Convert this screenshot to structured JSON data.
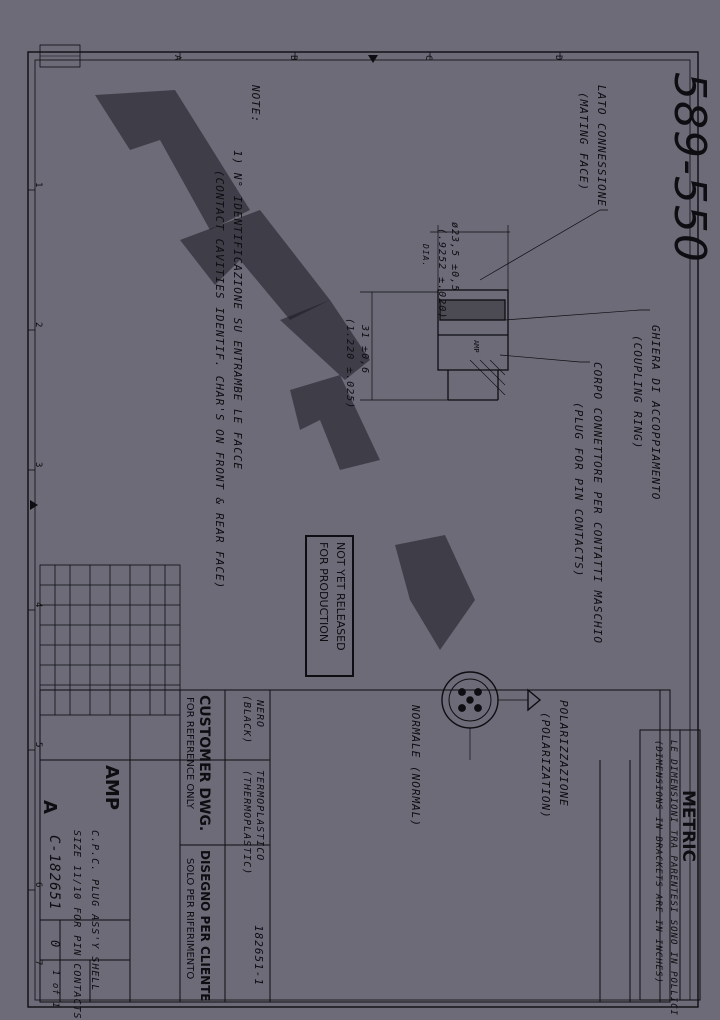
{
  "drawing_number_big": "589-550",
  "notes": {
    "heading": "NOTE:",
    "line1": "1) N° IDENTIFICAZIONE SU ENTRAMBE LE FACCE",
    "line2": "(CONTACT CAVITIES IDENTIF. CHAR'S ON FRONT & REAR FACE)"
  },
  "labels": {
    "mating_face_it": "LATO CONNESSIONE",
    "mating_face_en": "(MATING FACE)",
    "coupling_it": "GHIERA DI ACCOPPIAMENTO",
    "coupling_en": "(COUPLING RING)",
    "body_it": "CORPO CONNETTORE PER CONTATTI MASCHIO",
    "body_en": "(PLUG FOR PIN CONTACTS)",
    "polarization_it": "POLARIZZAZIONE",
    "polarization_en": "(POLARIZATION)",
    "normal_it": "NORMALE (NORMAL)",
    "dim_dia_mm": "ø23,5 ±0,5",
    "dim_dia_in": "(.9252 ±.020)",
    "dim_dia_tag": "DIA.",
    "dim_len_mm": "31 ±0,6",
    "dim_len_in": "(1.220 ±.025)",
    "amp_mark": "AMP"
  },
  "stamp": {
    "line1": "NOT YET RELEASED",
    "line2": "FOR PRODUCTION"
  },
  "metric_block": {
    "metric": "METRIC",
    "note_it": "LE DIMENSIONI TRA PARENTESI SONO IN POLLICI",
    "note_en": "(DIMENSIONS IN BRACKETS ARE IN INCHES)"
  },
  "title_block": {
    "customer_dwg": "CUSTOMER DWG.",
    "for_reference": "FOR REFERENCE ONLY",
    "disegno": "DISEGNO PER CLIENTE",
    "solo_rif": "SOLO PER RIFERIMENTO",
    "material_it": "TERMOPLASTICO",
    "material_en": "(THERMOPLASTIC)",
    "color_it": "NERO",
    "color_en": "(BLACK)",
    "part_number": "182651-1",
    "company": "AMP",
    "description_1": "C.P.C. PLUG ASS'Y SHELL",
    "description_2": "SIZE 11/10 FOR PIN CONTACTS",
    "dwg_no": "C-182651",
    "size_letter": "A",
    "rev": "0",
    "sheet": "1 of 1"
  },
  "grid_marks": {
    "top": [
      "A",
      "B",
      "C",
      "D"
    ],
    "left": [
      "1",
      "2",
      "3",
      "4",
      "5",
      "6",
      "7"
    ]
  }
}
